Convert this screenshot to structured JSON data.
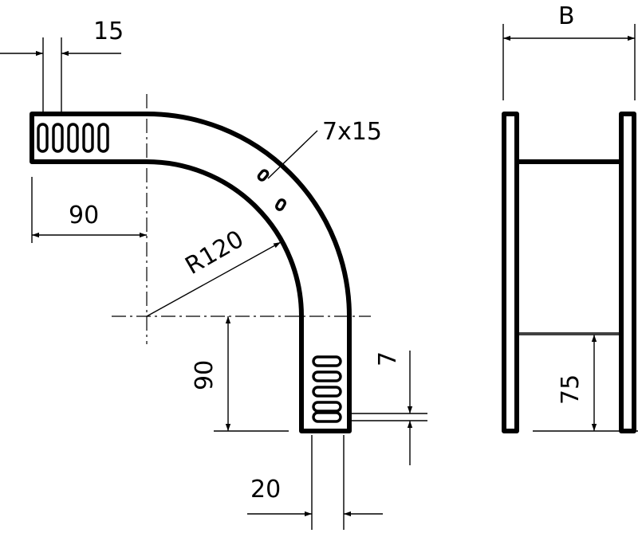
{
  "labels": {
    "tab_width": "15",
    "slot_size": "7x15",
    "straight_length_top": "90",
    "radius": "R120",
    "straight_length_bottom": "90",
    "slot_spacing": "7",
    "end_width": "20",
    "width": "B",
    "height": "75"
  },
  "colors": {
    "line": "#000000",
    "background": "#ffffff"
  }
}
